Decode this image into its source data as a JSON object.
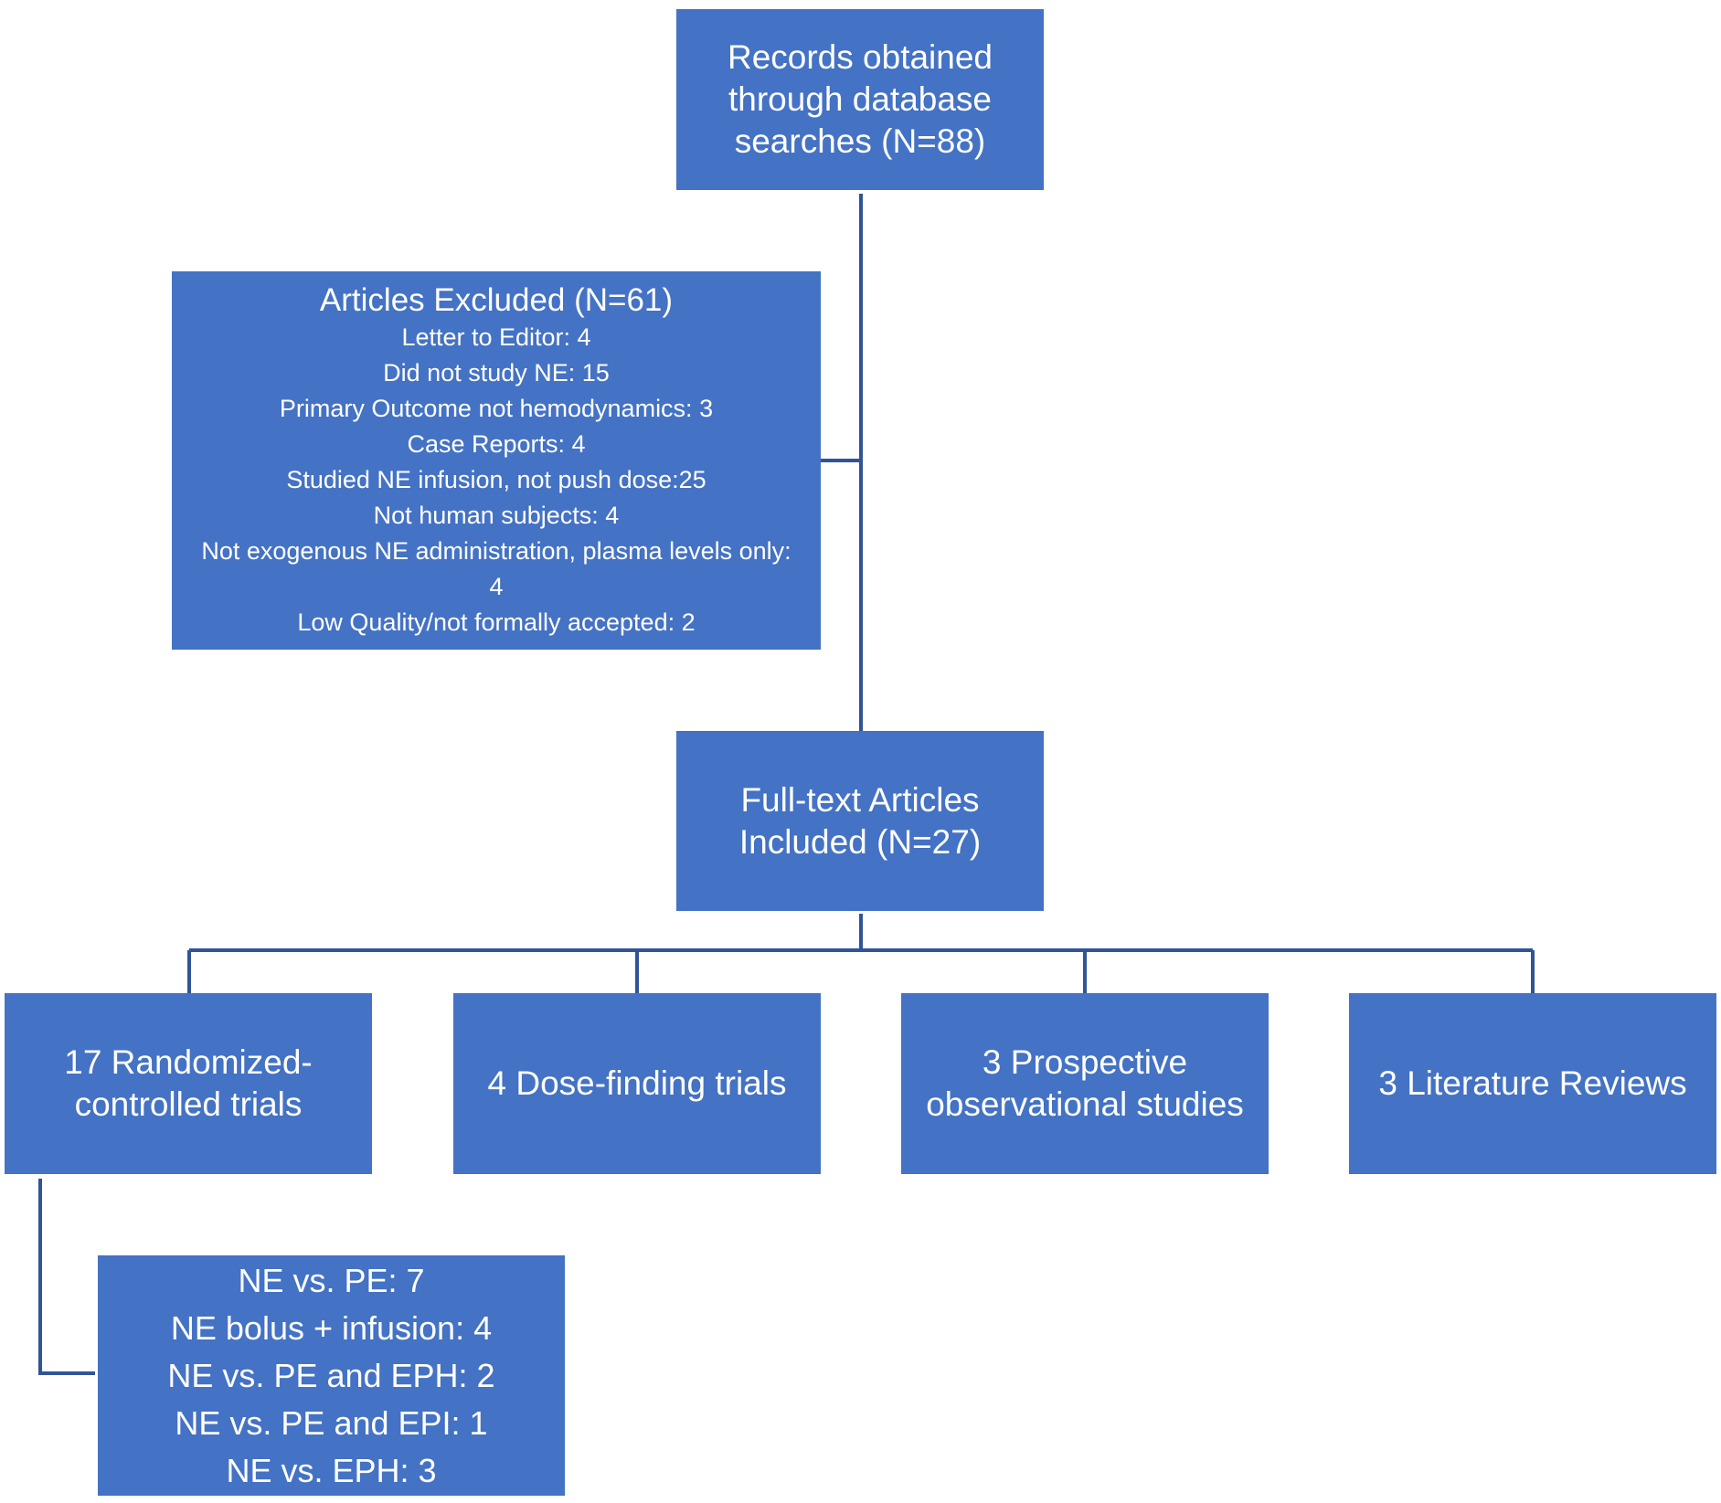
{
  "records_box": {
    "lines": [
      "Records obtained",
      "through database",
      "searches (N=88)"
    ]
  },
  "excluded_box": {
    "title": "Articles Excluded (N=61)",
    "items": [
      "Letter to Editor: 4",
      "Did not study NE: 15",
      "Primary Outcome not hemodynamics: 3",
      "Case Reports: 4",
      "Studied NE infusion, not push dose:25",
      "Not human subjects: 4",
      "Not exogenous NE administration, plasma levels only:",
      "4",
      "Low Quality/not formally accepted: 2"
    ]
  },
  "included_box": {
    "lines": [
      "Full-text Articles",
      "Included (N=27)"
    ]
  },
  "categories": [
    {
      "lines": [
        "17 Randomized-",
        "controlled trials"
      ]
    },
    {
      "lines": [
        "4 Dose-finding trials"
      ]
    },
    {
      "lines": [
        "3 Prospective",
        "observational studies"
      ]
    },
    {
      "lines": [
        "3 Literature Reviews"
      ]
    }
  ],
  "rct_breakdown": {
    "lines": [
      "NE vs. PE: 7",
      "NE bolus + infusion: 4",
      "NE vs. PE and EPH: 2",
      "NE vs. PE and EPI: 1",
      "NE vs. EPH: 3"
    ]
  },
  "colors": {
    "box_fill": "#4472C4",
    "connector": "#2F5597",
    "text": "#FFFFFF"
  }
}
